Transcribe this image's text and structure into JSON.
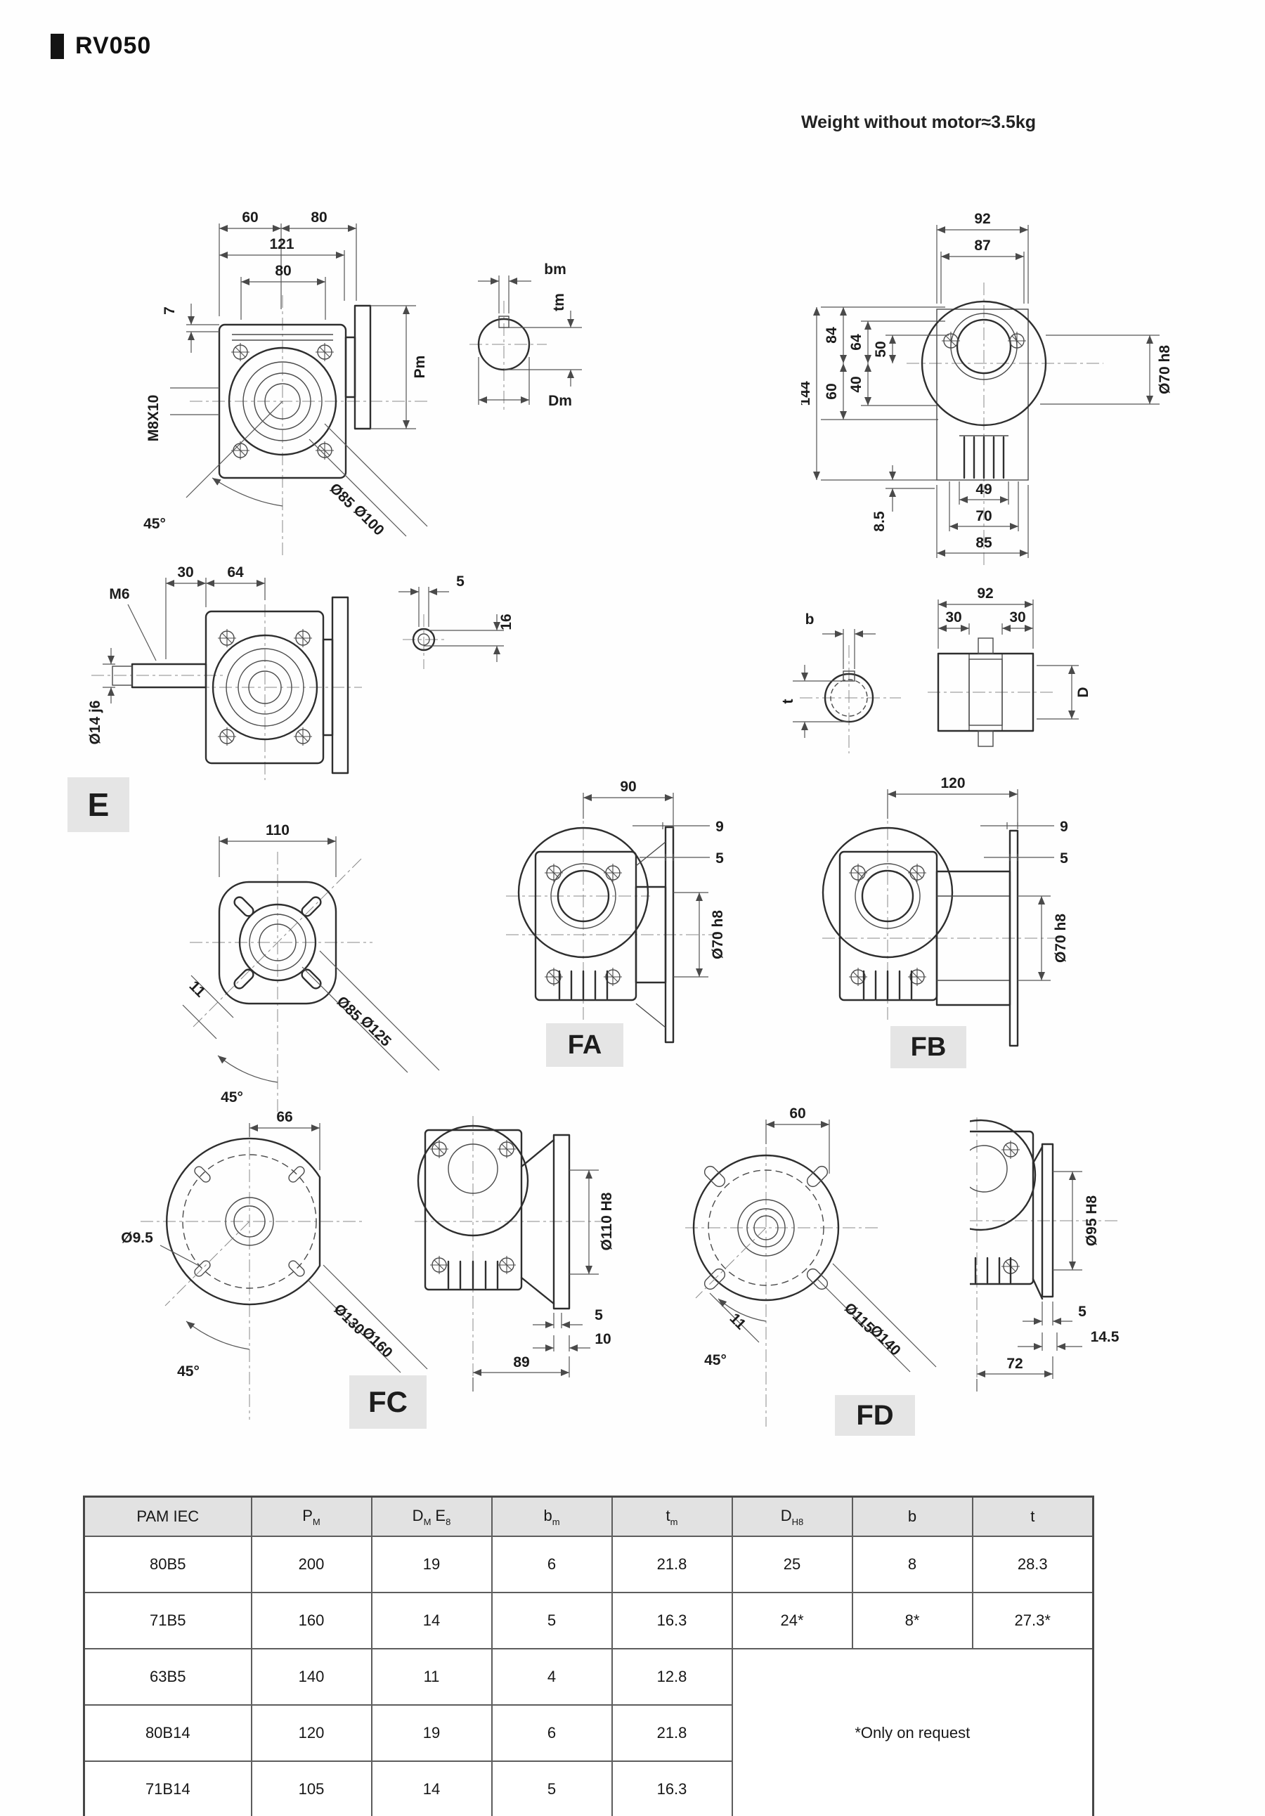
{
  "header": {
    "title": "RV050",
    "weight_note": "Weight without motor≈3.5kg"
  },
  "views": {
    "front": {
      "t60": "60",
      "t80": "80",
      "t121": "121",
      "t80i": "80",
      "l7": "7",
      "m8": "M8X10",
      "pm": "Pm",
      "a45": "45°",
      "d85": "Ø85",
      "d100": "Ø100"
    },
    "shaft_detail": {
      "bm": "bm",
      "tm": "tm",
      "dm": "Dm"
    },
    "rear": {
      "w92": "92",
      "w87": "87",
      "h144": "144",
      "h84": "84",
      "h64": "64",
      "h50": "50",
      "h60": "60",
      "h40": "40",
      "h8_5": "8.5",
      "bore": "Ø70 h8",
      "b49": "49",
      "b70": "70",
      "b85": "85"
    },
    "side": {
      "t30": "30",
      "t64": "64",
      "m6": "M6",
      "d14": "Ø14 j6"
    },
    "key_detail": {
      "w5": "5",
      "h16": "16"
    },
    "bt": {
      "b": "b",
      "t": "t"
    },
    "hollow": {
      "w92": "92",
      "w30a": "30",
      "w30b": "30",
      "dD": "D"
    },
    "e": {
      "label": "E",
      "w110": "110",
      "s11": "11",
      "d85": "Ø85",
      "d125": "Ø125",
      "a45": "45°"
    },
    "fa": {
      "label": "FA",
      "w90": "90",
      "o9": "9",
      "o5": "5",
      "bore": "Ø70 h8"
    },
    "fb": {
      "label": "FB",
      "w120": "120",
      "o9": "9",
      "o5": "5",
      "bore": "Ø70 h8"
    },
    "fc": {
      "label": "FC",
      "w66": "66",
      "d9_5": "Ø9.5",
      "d130": "Ø130",
      "d160": "Ø160",
      "a45": "45°",
      "bore": "Ø110 H8",
      "o5": "5",
      "o10": "10",
      "w89": "89"
    },
    "fd": {
      "label": "FD",
      "w60": "60",
      "s11": "11",
      "d115": "Ø115",
      "d140": "Ø140",
      "a45": "45°",
      "bore": "Ø95 H8",
      "o5": "5",
      "o14_5": "14.5",
      "w72": "72"
    }
  },
  "table": {
    "headers": [
      {
        "t": "PAM IEC"
      },
      {
        "t": "P",
        "s": "M"
      },
      {
        "t": "D",
        "s": "M",
        "t2": "E",
        "s2": "8"
      },
      {
        "t": "b",
        "s": "m"
      },
      {
        "t": "t",
        "s": "m"
      },
      {
        "t": "D",
        "s": "H8"
      },
      {
        "t": "b"
      },
      {
        "t": "t"
      }
    ],
    "rows": [
      [
        "80B5",
        "200",
        "19",
        "6",
        "21.8",
        "25",
        "8",
        "28.3"
      ],
      [
        "71B5",
        "160",
        "14",
        "5",
        "16.3",
        "24*",
        "8*",
        "27.3*"
      ],
      [
        "63B5",
        "140",
        "11",
        "4",
        "12.8"
      ],
      [
        "80B14",
        "120",
        "19",
        "6",
        "21.8"
      ],
      [
        "71B14",
        "105",
        "14",
        "5",
        "16.3"
      ]
    ],
    "note": "*Only on request"
  }
}
